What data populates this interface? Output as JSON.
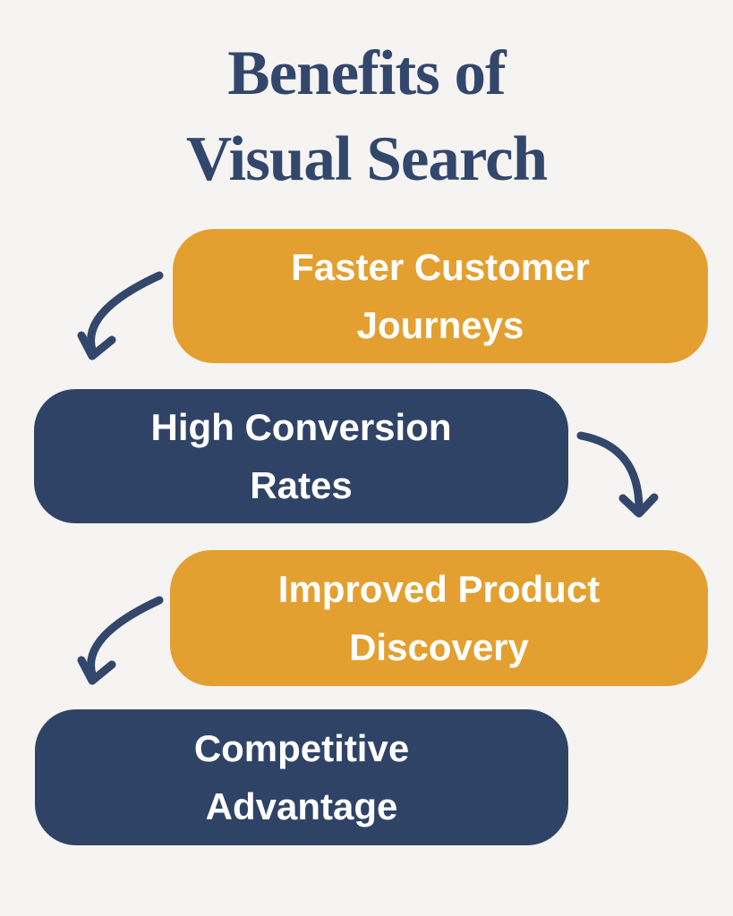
{
  "page": {
    "background_color": "#F5F4F2"
  },
  "title": {
    "line1": "Benefits of",
    "line2": "Visual Search",
    "color": "#33466B"
  },
  "colors": {
    "background": "#F5F4F2",
    "orange": "#E3A030",
    "navy": "#2F4366",
    "title": "#33466B",
    "arrow": "#33466B",
    "box_text": "#FFFFFF"
  },
  "boxes": [
    {
      "id": "faster-customer-journeys",
      "line1": "Faster Customer",
      "line2": "Journeys",
      "variant": "orange",
      "side": "right"
    },
    {
      "id": "high-conversion-rates",
      "line1": "High Conversion",
      "line2": "Rates",
      "variant": "navy",
      "side": "left"
    },
    {
      "id": "improved-product-discovery",
      "line1": "Improved Product",
      "line2": "Discovery",
      "variant": "orange",
      "side": "right"
    },
    {
      "id": "competitive-advantage",
      "line1": "Competitive",
      "line2": "Advantage",
      "variant": "navy",
      "side": "left"
    }
  ],
  "arrows": [
    {
      "name": "curved-arrow-down-left",
      "from": "faster-customer-journeys",
      "to": "high-conversion-rates"
    },
    {
      "name": "curved-arrow-down-right",
      "from": "high-conversion-rates",
      "to": "improved-product-discovery"
    },
    {
      "name": "curved-arrow-down-left",
      "from": "improved-product-discovery",
      "to": "competitive-advantage"
    }
  ]
}
